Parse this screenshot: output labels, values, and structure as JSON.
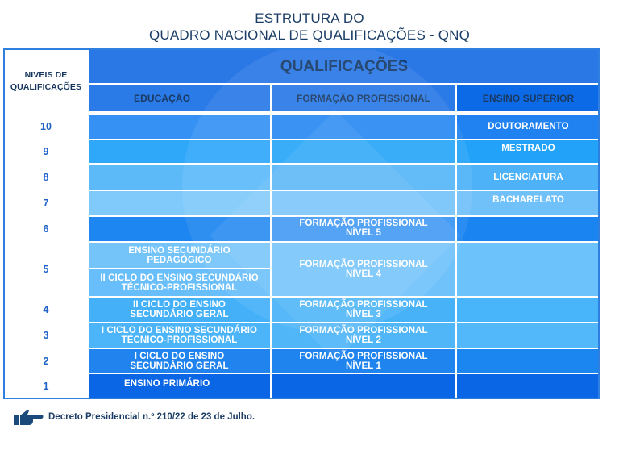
{
  "title": {
    "line1": "ESTRUTURA DO",
    "line2": "QUADRO NACIONAL DE QUALIFICAÇÕES - QNQ"
  },
  "table": {
    "level_header": [
      "NIVEIS DE",
      "QUALIFICAÇÕES"
    ],
    "main_header": "QUALIFICAÇÕES",
    "columns": {
      "educacao": "EDUCAÇÃO",
      "formacao": "FORMAÇÃO PROFISSIONAL",
      "superior": "ENSINO SUPERIOR"
    },
    "levels": [
      "10",
      "9",
      "8",
      "7",
      "6",
      "5",
      "4",
      "3",
      "2",
      "1"
    ],
    "educacao": {
      "l5a": [
        "ENSINO SECUNDÁRIO",
        "PEDAGÓGICO"
      ],
      "l5b": [
        "II CICLO DO ENSINO SECUNDÁRIO",
        "TÉCNICO-PROFISSIONAL"
      ],
      "l4": [
        "II CICLO DO ENSINO",
        "SECUNDÁRIO GERAL"
      ],
      "l3": [
        "I CICLO DO ENSINO SECUNDÁRIO",
        "TÉCNICO-PROFISSIONAL"
      ],
      "l2": [
        "I CICLO DO ENSINO",
        "SECUNDÁRIO GERAL"
      ],
      "l1": "ENSINO PRIMÁRIO"
    },
    "formacao": {
      "l6": [
        "FORMAÇÃO PROFISSIONAL",
        "NÍVEL 5"
      ],
      "l5": [
        "FORMAÇÃO PROFISSIONAL",
        "NÍVEL 4"
      ],
      "l4": [
        "FORMAÇÃO PROFISSIONAL",
        "NÍVEL 3"
      ],
      "l3": [
        "FORMAÇÃO PROFISSIONAL",
        "NÍVEL 2"
      ],
      "l2": [
        "FORMAÇÃO PROFISSIONAL",
        "NÍVEL 1"
      ]
    },
    "superior": {
      "l10": "DOUTORAMENTO",
      "l9": "MESTRADO",
      "l8": "LICENCIATURA",
      "l7": "BACHARELATO"
    }
  },
  "colors": {
    "title_text": "#1b3d66",
    "frame_border": "#2f7fe0",
    "level_text": "#1f63c9",
    "header_blue": "#2d7ee8",
    "row10": "#2a8af2",
    "row9": "#2aa6f8",
    "row8": "#58b8f8",
    "row7": "#78c6fa",
    "row6": "#2c8cf2",
    "row5": "#70c2fa",
    "row4": "#4ab4f8",
    "row3": "#50b6f8",
    "row2": "#1f84ee",
    "row1": "#0a66e4"
  },
  "footer": {
    "icon": "pointing-hand-icon",
    "text": "Decreto Presidencial n.º 210/22 de 23 de Julho."
  }
}
